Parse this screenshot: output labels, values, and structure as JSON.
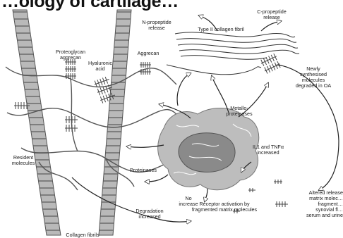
{
  "title_fragment": "…ology of cartilage…",
  "labels": {
    "n_propeptide": "N-propeptide\nrelease",
    "c_propeptide": "C-propeptide\nrelease",
    "collagen_fibril": "Type II collagen fibril",
    "proteoglycan": "Proteoglycan\naggrecan",
    "hyaluronic": "Hyaluronic\nacid",
    "aggrecan": "Aggrecan",
    "newly": "Newly\nsynthesised\nmolecules\ndegraded in OA",
    "metallo": "Metallo-\nproteinases",
    "il1": "IL1 and TNFα\nincreased",
    "resident": "Resident\nmolecules",
    "proteinases": "Proteinases",
    "no_increase": "No\nincrease",
    "degradation": "Degradation\nincreased",
    "receptor": "Receptor activation by\nfragmented matrix molecules",
    "altered": "Altered release\nmatrix molec…\nfragment…\nsynovial fl…\nserum and urine",
    "collagen_fibrils": "Collagen fibrils"
  }
}
